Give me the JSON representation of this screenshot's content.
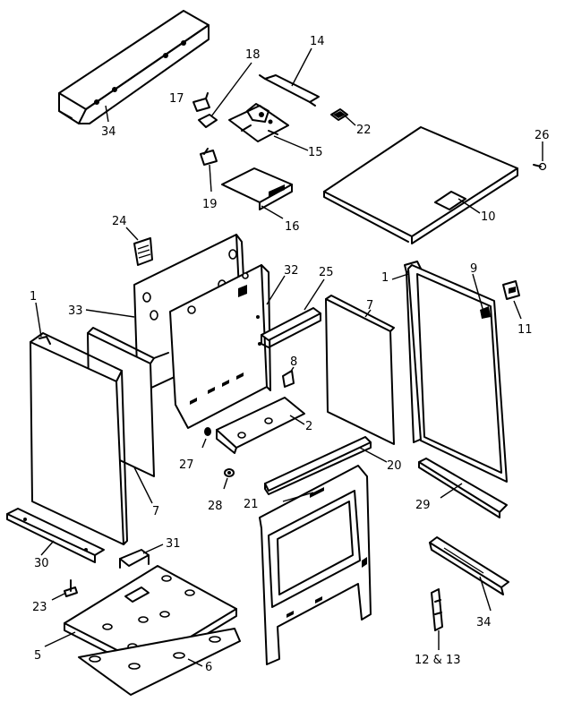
{
  "labels": {
    "l1a": "1",
    "l1b": "1",
    "l2": "2",
    "l34": "34",
    "l5": "5",
    "l6": "6",
    "l7a": "7",
    "l7b": "7",
    "l8": "8",
    "l9": "9",
    "l10": "10",
    "l11": "11",
    "l1213": "12 & 13",
    "l14": "14",
    "l15": "15",
    "l16": "16",
    "l17": "17",
    "l18": "18",
    "l19": "19",
    "l20": "20",
    "l21": "21",
    "l22": "22",
    "l23": "23",
    "l24": "24",
    "l25": "25",
    "l26": "26",
    "l27": "27",
    "l28": "28",
    "l29": "29",
    "l30": "30",
    "l31": "31",
    "l32": "32",
    "l33": "33"
  }
}
